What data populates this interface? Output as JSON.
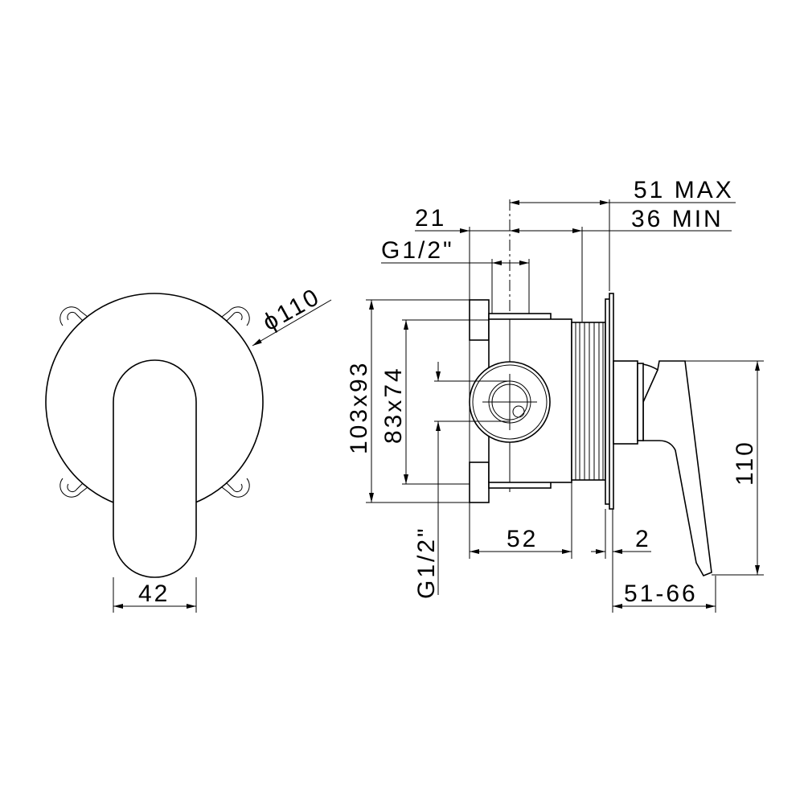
{
  "front_view": {
    "diameter_label": "ϕ110",
    "width_label": "42"
  },
  "side_view": {
    "depth_max_label": "51 MAX",
    "depth_min_label": "36 MIN",
    "offset_label": "21",
    "thread_top_label": "G1/2\"",
    "box_outer_label": "103x93",
    "box_inner_label": "83x74",
    "thread_side_label": "G1/2\"",
    "body_width_label": "52",
    "plate_label": "2",
    "lever_range_label": "51-66",
    "height_label": "110"
  }
}
